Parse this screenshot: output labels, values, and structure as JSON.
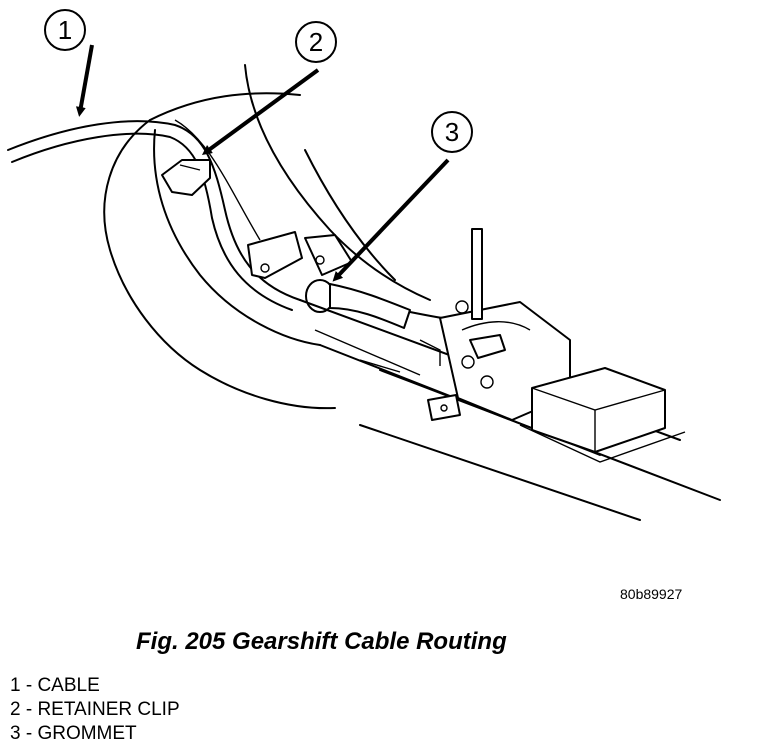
{
  "callouts": [
    "1",
    "2",
    "3"
  ],
  "figure_id": "80b89927",
  "caption": "Fig. 205 Gearshift Cable Routing",
  "legend": [
    "1 - CABLE",
    "2 - RETAINER CLIP",
    "3 - GROMMET"
  ]
}
